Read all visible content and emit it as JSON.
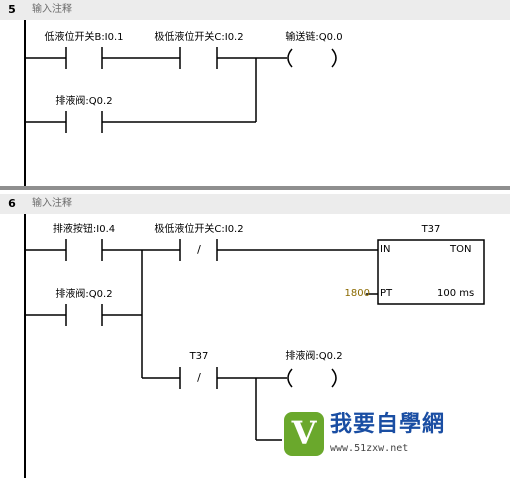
{
  "network5": {
    "number": "5",
    "comment": "输入注释",
    "contacts": {
      "c1": "低液位开关B:I0.1",
      "c2": "极低液位开关C:I0.2",
      "c3": "排液阀:Q0.2"
    },
    "coil": "输送链:Q0.0"
  },
  "network6": {
    "number": "6",
    "comment": "输入注释",
    "contacts": {
      "c1": "排液按钮:I0.4",
      "c2": "极低液位开关C:I0.2",
      "c2_symbol": "/",
      "c3": "排液阀:Q0.2",
      "c4": "T37",
      "c4_symbol": "/"
    },
    "timer": {
      "name": "T37",
      "in": "IN",
      "type": "TON",
      "pt": "PT",
      "preset": "1800",
      "base": "100 ms"
    },
    "coil": "排液阀:Q0.2"
  },
  "watermark": {
    "title": "我要自學網",
    "url": "www.51zxw.net",
    "mark": "V"
  }
}
